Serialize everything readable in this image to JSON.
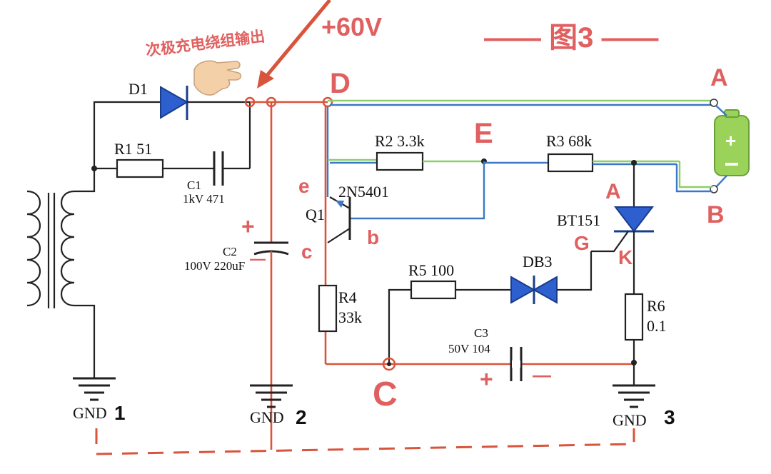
{
  "title": "—— 图3 ——",
  "colors": {
    "red_wire": "#d9543c",
    "blue_wire": "#3c78c8",
    "green_wire": "#8ccf6a",
    "annotation": "#e06060"
  },
  "annotations": {
    "secondary_winding": "次极充电绕组输出",
    "voltage": "+60V",
    "node_d": "D",
    "node_e": "E",
    "node_c": "C",
    "terminal_a": "A",
    "terminal_b": "B",
    "scr_anode": "A",
    "scr_gate": "G",
    "scr_cathode": "K",
    "q_emitter": "e",
    "q_base": "b",
    "q_collector": "c",
    "c2_plus": "+",
    "c2_minus": "—",
    "c3_plus": "+",
    "c3_minus": "—"
  },
  "components": {
    "d1": "D1",
    "r1": "R1  51",
    "c1_name": "C1",
    "c1_value": "1kV  471",
    "c2_name": "C2",
    "c2_value": "100V  220uF",
    "r2": "R2  3.3k",
    "r3": "R3  68k",
    "q1_name": "Q1",
    "q1_type": "2N5401",
    "scr": "BT151",
    "r4_name": "R4",
    "r4_value": "33k",
    "r5": "R5  100",
    "db3": "DB3",
    "r6_name": "R6",
    "r6_value": "0.1",
    "c3_name": "C3",
    "c3_value": "50V  104"
  },
  "grounds": {
    "gnd1_text": "GND",
    "gnd1_num": "1",
    "gnd2_text": "GND",
    "gnd2_num": "2",
    "gnd3_text": "GND",
    "gnd3_num": "3"
  },
  "icons": [
    "pointing-hand-icon",
    "battery-icon",
    "transformer-icon",
    "arrow-icon"
  ]
}
